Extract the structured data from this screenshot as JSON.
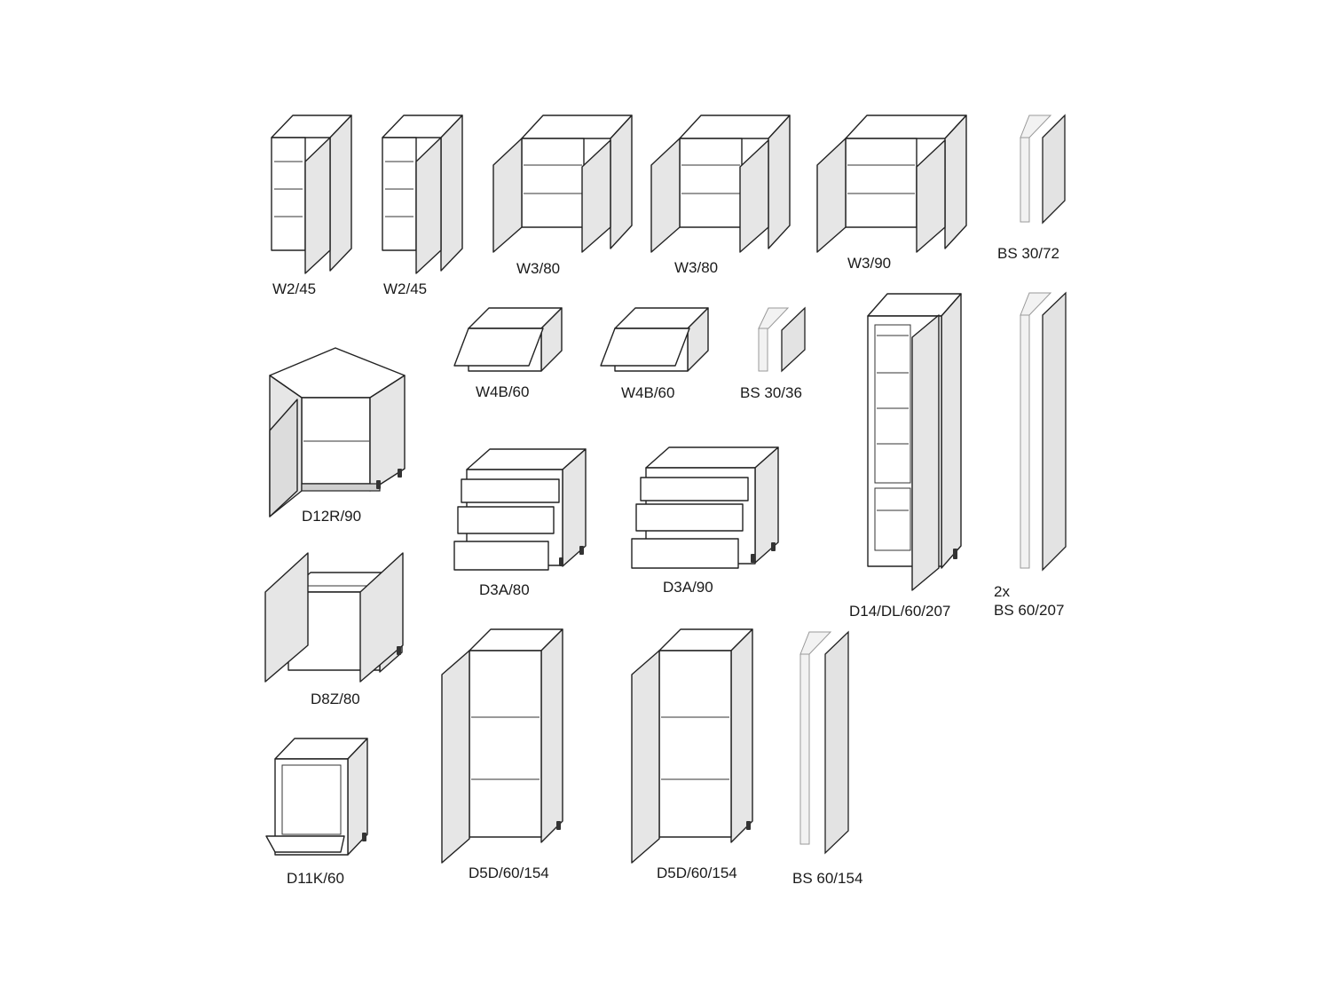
{
  "cabinets": [
    {
      "code": "W2/45"
    },
    {
      "code": "W2/45"
    },
    {
      "code": "W3/80"
    },
    {
      "code": "W3/80"
    },
    {
      "code": "W3/90"
    },
    {
      "code": "BS 30/72"
    },
    {
      "code": "W4B/60"
    },
    {
      "code": "W4B/60"
    },
    {
      "code": "BS 30/36"
    },
    {
      "code": "D12R/90"
    },
    {
      "code": "D3A/80"
    },
    {
      "code": "D3A/90"
    },
    {
      "code": "D14/DL/60/207"
    },
    {
      "qty": "2x",
      "code": "BS 60/207"
    },
    {
      "code": "D8Z/80"
    },
    {
      "code": "D11K/60"
    },
    {
      "code": "D5D/60/154"
    },
    {
      "code": "D5D/60/154"
    },
    {
      "code": "BS 60/154"
    }
  ]
}
